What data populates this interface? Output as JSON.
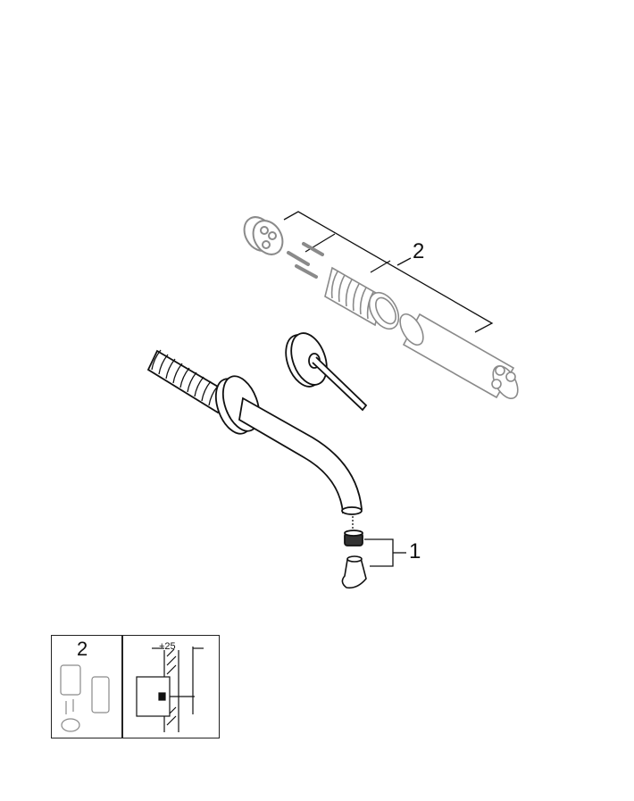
{
  "diagram": {
    "type": "exploded-parts-view",
    "subject": "wall-mounted basin spout",
    "callouts": [
      {
        "id": "callout-2",
        "label": "2",
        "parts": [
          "cartridge-cap",
          "screws",
          "threaded-sleeve",
          "concealed-body"
        ]
      },
      {
        "id": "callout-1",
        "label": "1",
        "parts": [
          "aerator",
          "aerator-key"
        ]
      }
    ],
    "legend": {
      "kit_number": "2",
      "dimension_label": "+25"
    },
    "colors": {
      "line": "#111111",
      "grey_part": "#8a8a8a",
      "background": "#ffffff"
    }
  }
}
